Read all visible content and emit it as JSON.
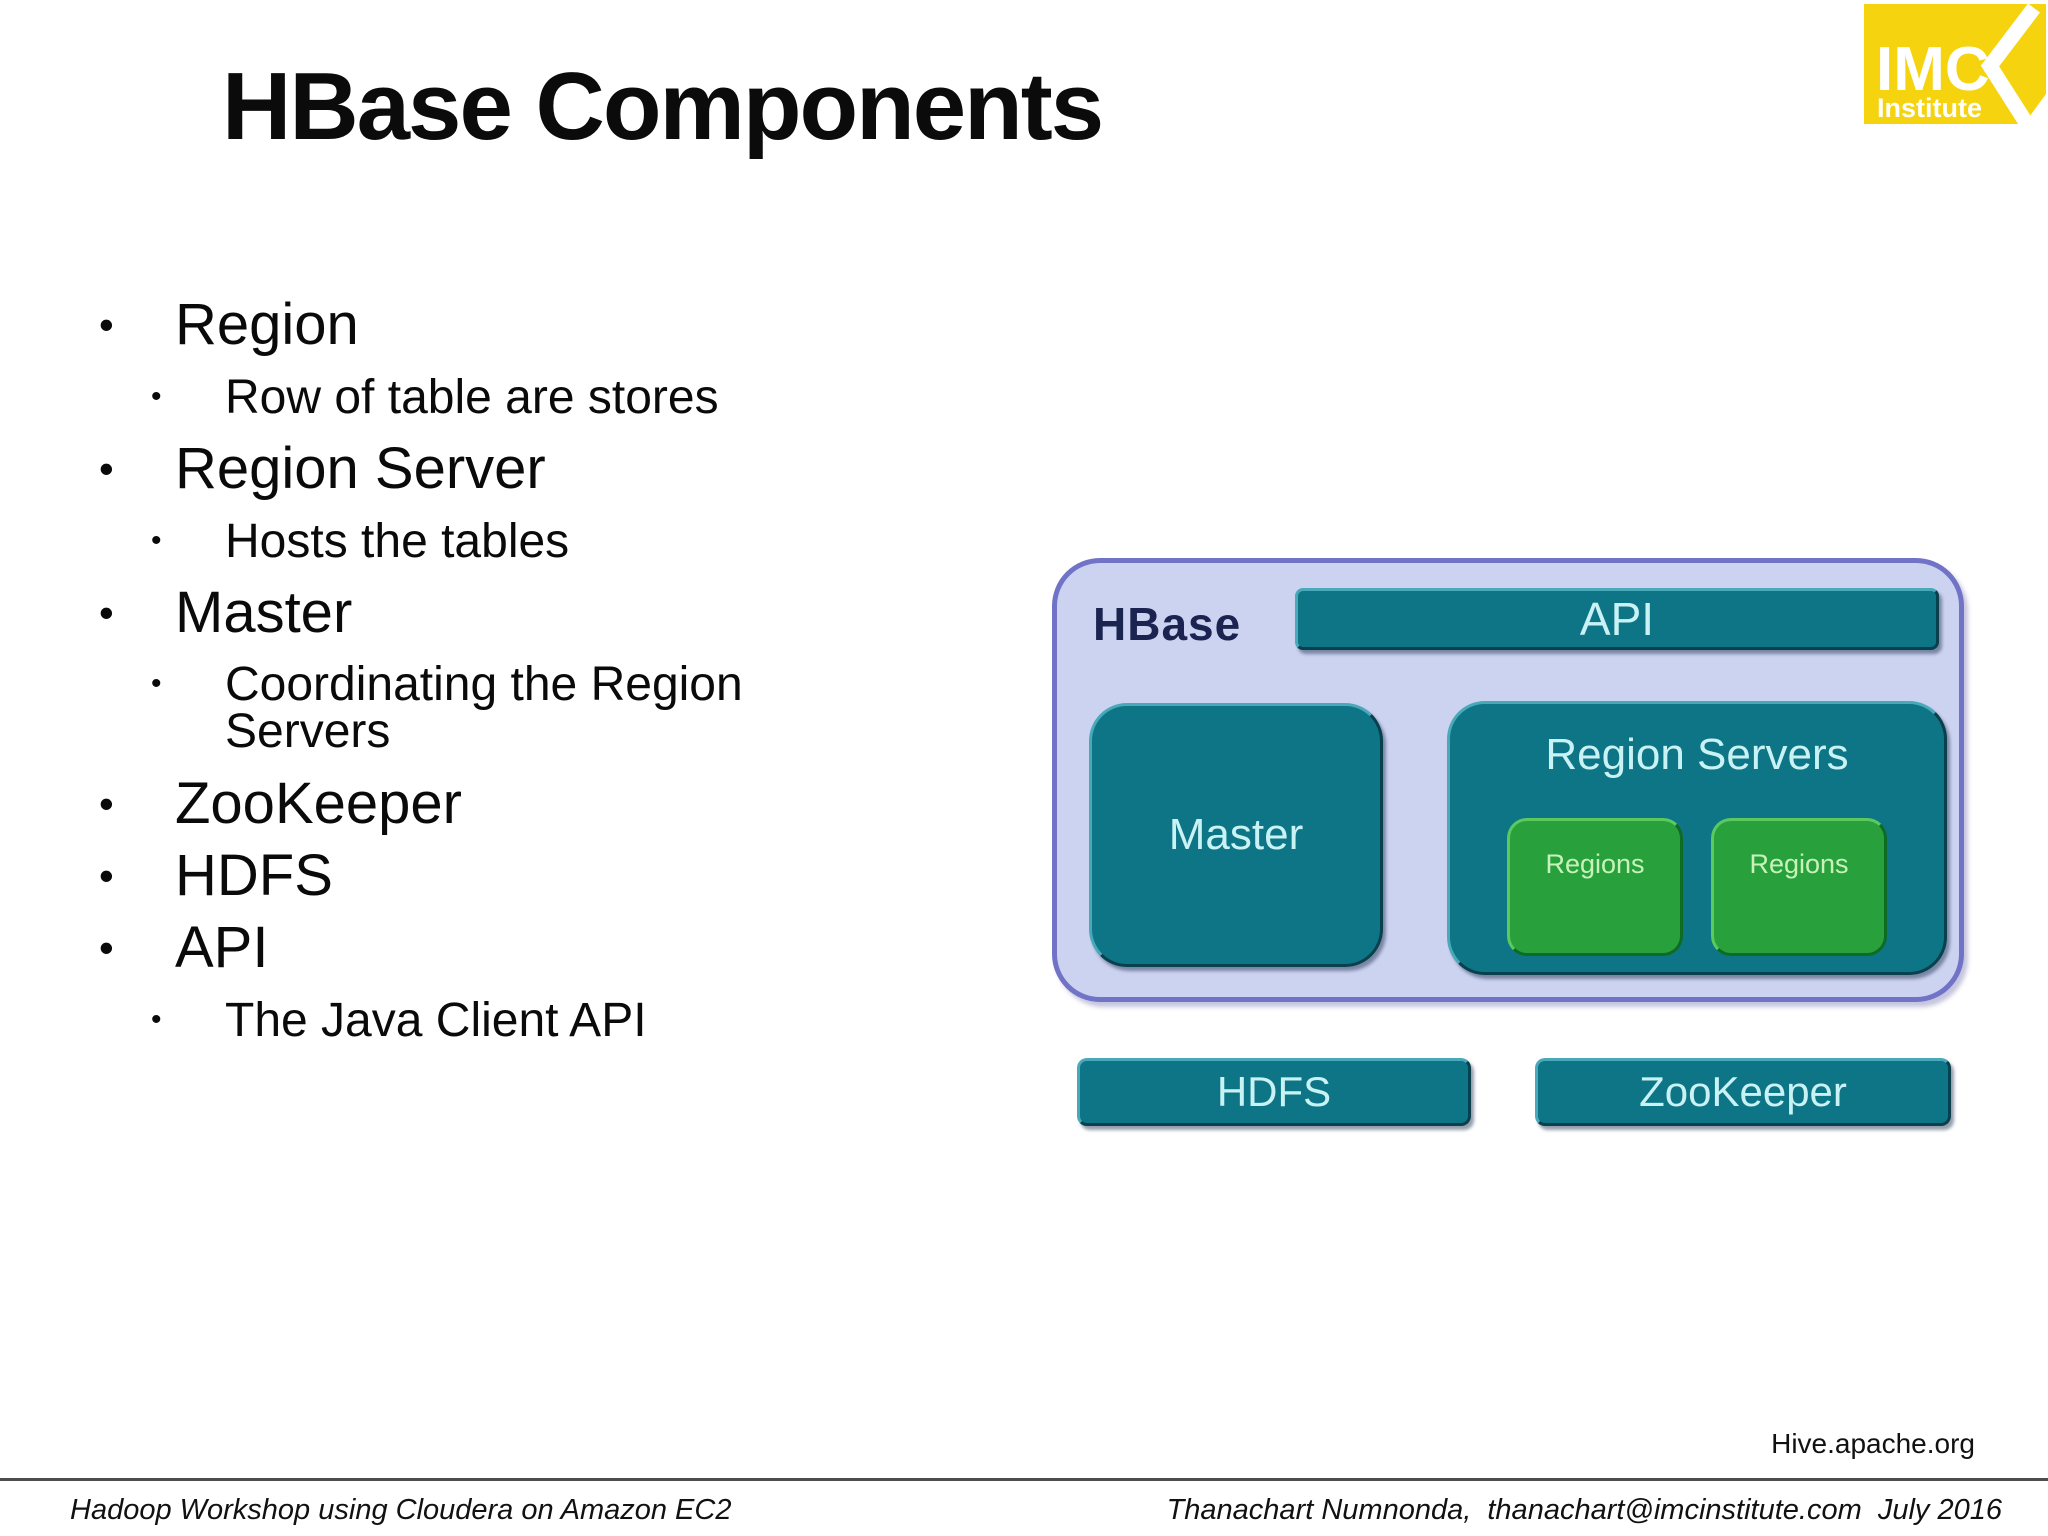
{
  "slide": {
    "title": "HBase Components",
    "logo": {
      "line1": "IMC",
      "line2": "Institute",
      "bg_color": "#F5D30F",
      "text_color": "#FFFFFF"
    },
    "bullets": [
      {
        "label": "Region",
        "children": [
          "Row of table are stores"
        ]
      },
      {
        "label": "Region Server",
        "children": [
          "Hosts the tables"
        ]
      },
      {
        "label": "Master",
        "children": [
          "Coordinating the Region Servers"
        ]
      },
      {
        "label": "ZooKeeper",
        "children": []
      },
      {
        "label": "HDFS",
        "children": []
      },
      {
        "label": "API",
        "children": [
          "The Java Client API"
        ]
      }
    ],
    "bullet_glyph": "•",
    "diagram": {
      "container_label": "HBase",
      "api_label": "API",
      "master_label": "Master",
      "region_servers_label": "Region Servers",
      "region_label_1": "Regions",
      "region_label_2": "Regions",
      "hdfs_label": "HDFS",
      "zookeeper_label": "ZooKeeper",
      "colors": {
        "container_fill": "#CCD3F1",
        "container_border": "#7173C6",
        "teal_fill": "#0E7586",
        "teal_text": "#C9F2F5",
        "green_fill": "#28A13C",
        "green_text": "#C7F3BB",
        "label_text": "#1B2450"
      }
    },
    "credit": "Hive.apache.org",
    "footer": {
      "left": "Hadoop Workshop using Cloudera on Amazon EC2",
      "right": "Thanachart Numnonda,  thanachart@imcinstitute.com  July 2016"
    }
  }
}
